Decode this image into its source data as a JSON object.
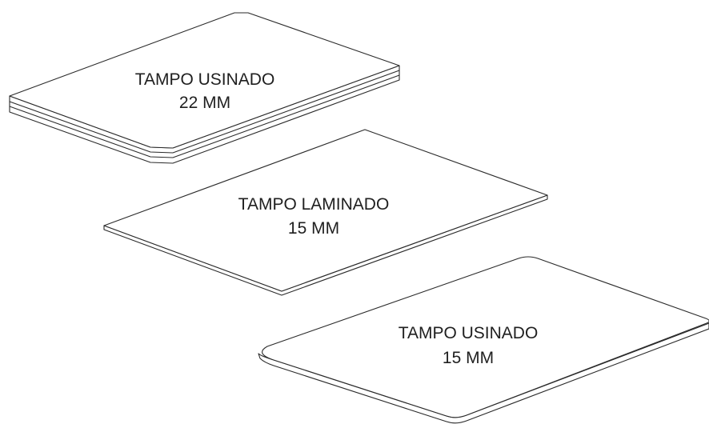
{
  "panels": [
    {
      "id": "top",
      "line1": "TAMPO USINADO",
      "line2": "22 MM"
    },
    {
      "id": "middle",
      "line1": "TAMPO LAMINADO",
      "line2": "15 MM"
    },
    {
      "id": "bottom",
      "line1": "TAMPO USINADO",
      "line2": "15 MM"
    }
  ]
}
